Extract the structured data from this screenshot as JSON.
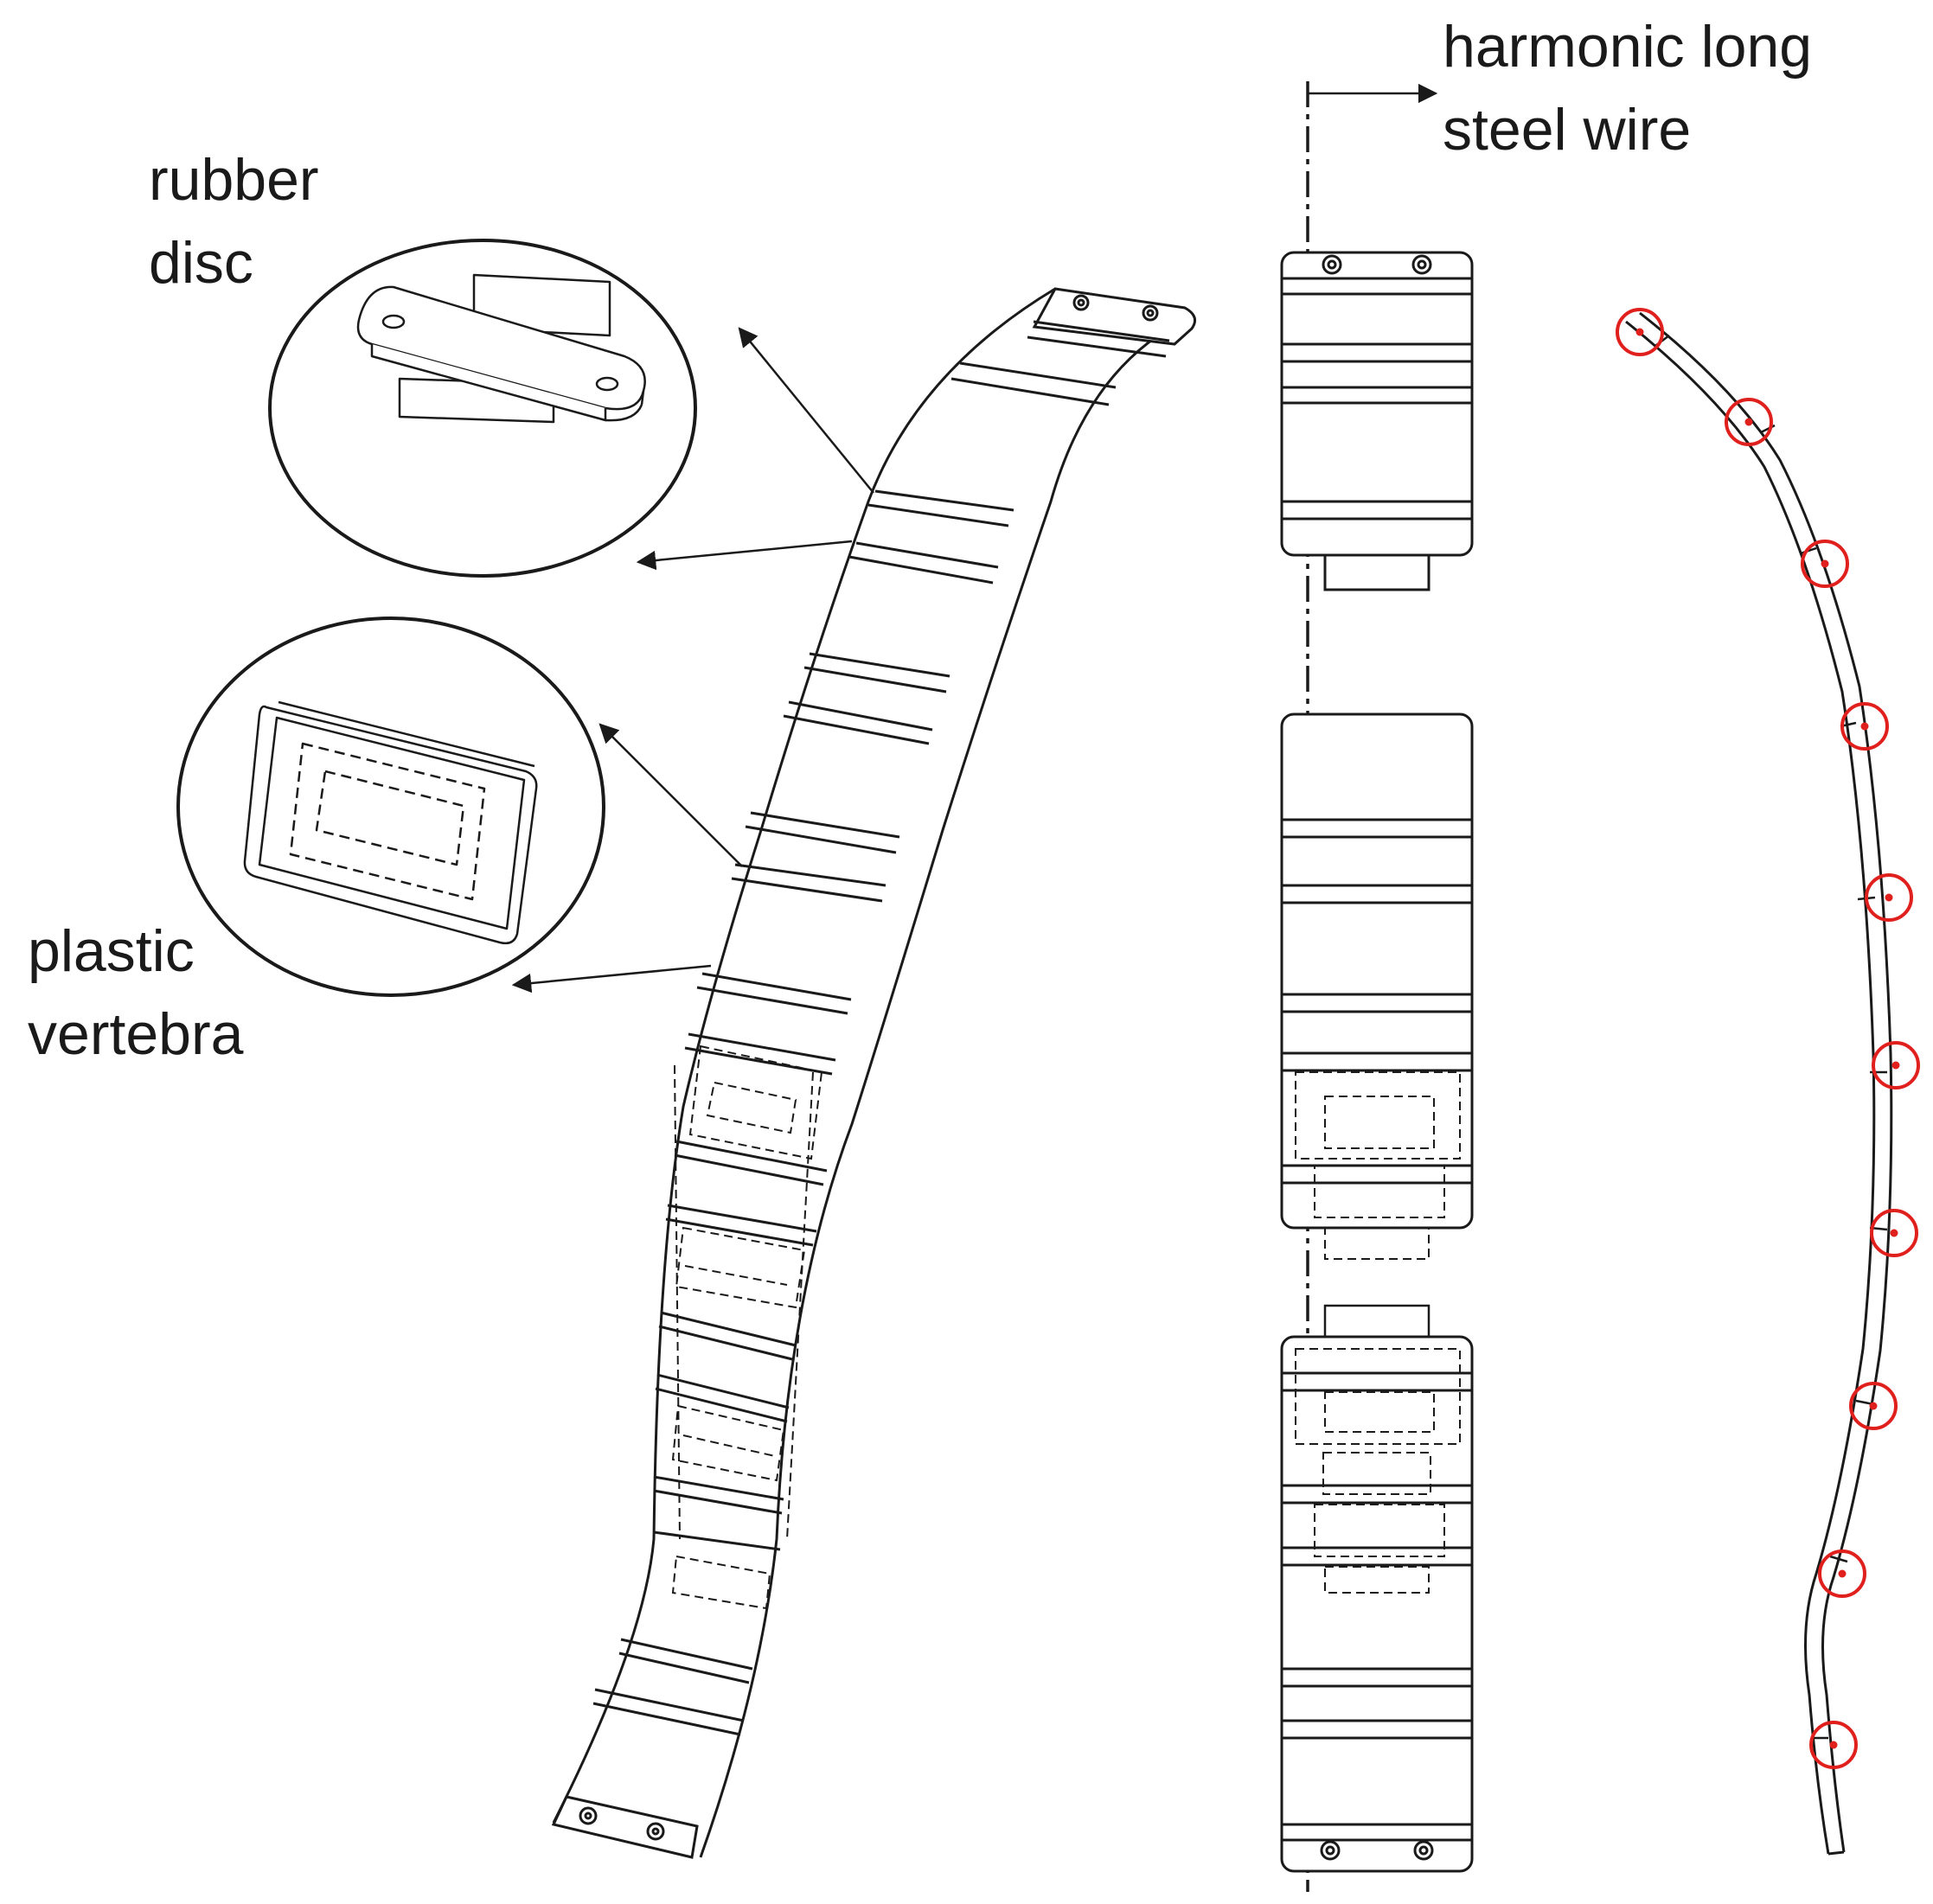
{
  "labels": {
    "rubber_disc": [
      "rubber",
      "disc"
    ],
    "plastic_vertebra": [
      "plastic",
      "vertebra"
    ],
    "steel_wire": [
      "harmonic long",
      "steel wire"
    ]
  },
  "colors": {
    "line": "#1a1a1a",
    "joint_marker": "#e0201c",
    "background": "#ffffff"
  },
  "views": [
    "isometric-spine-assembly",
    "front-view-with-wire",
    "side-view-curve-with-joints"
  ]
}
